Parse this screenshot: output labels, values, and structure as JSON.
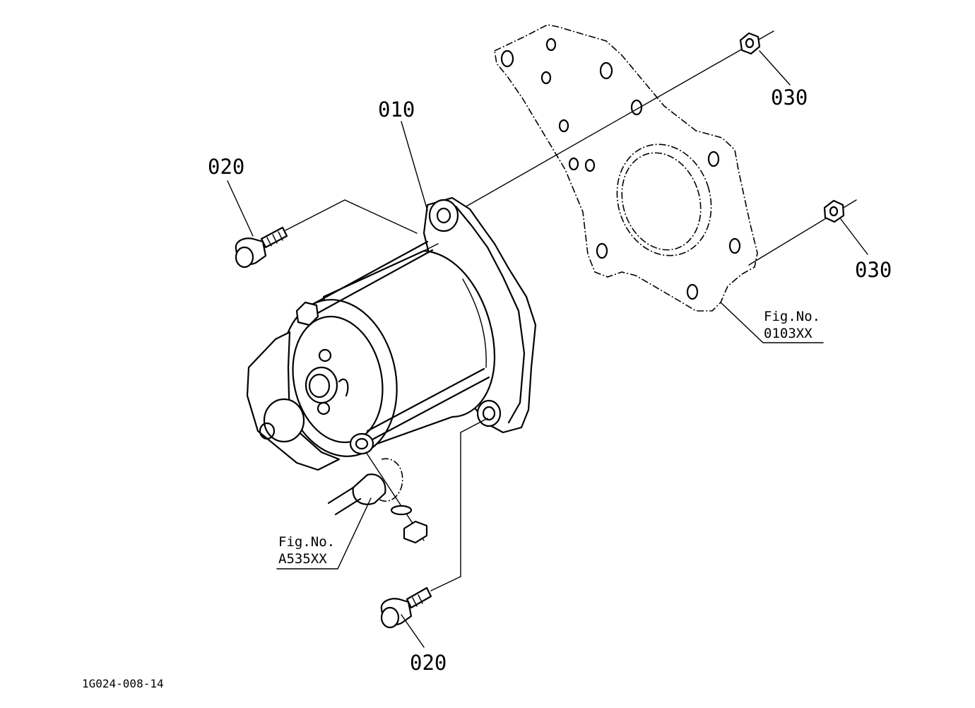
{
  "callouts": {
    "starter": "010",
    "bolt_upper": "020",
    "bolt_lower": "020",
    "nut_upper": "030",
    "nut_lower": "030"
  },
  "fig_refs": {
    "plate": {
      "line1": "Fig.No.",
      "line2": "0103XX"
    },
    "cable": {
      "line1": "Fig.No.",
      "line2": "A535XX"
    }
  },
  "drawing_code": "1G024-008-14"
}
